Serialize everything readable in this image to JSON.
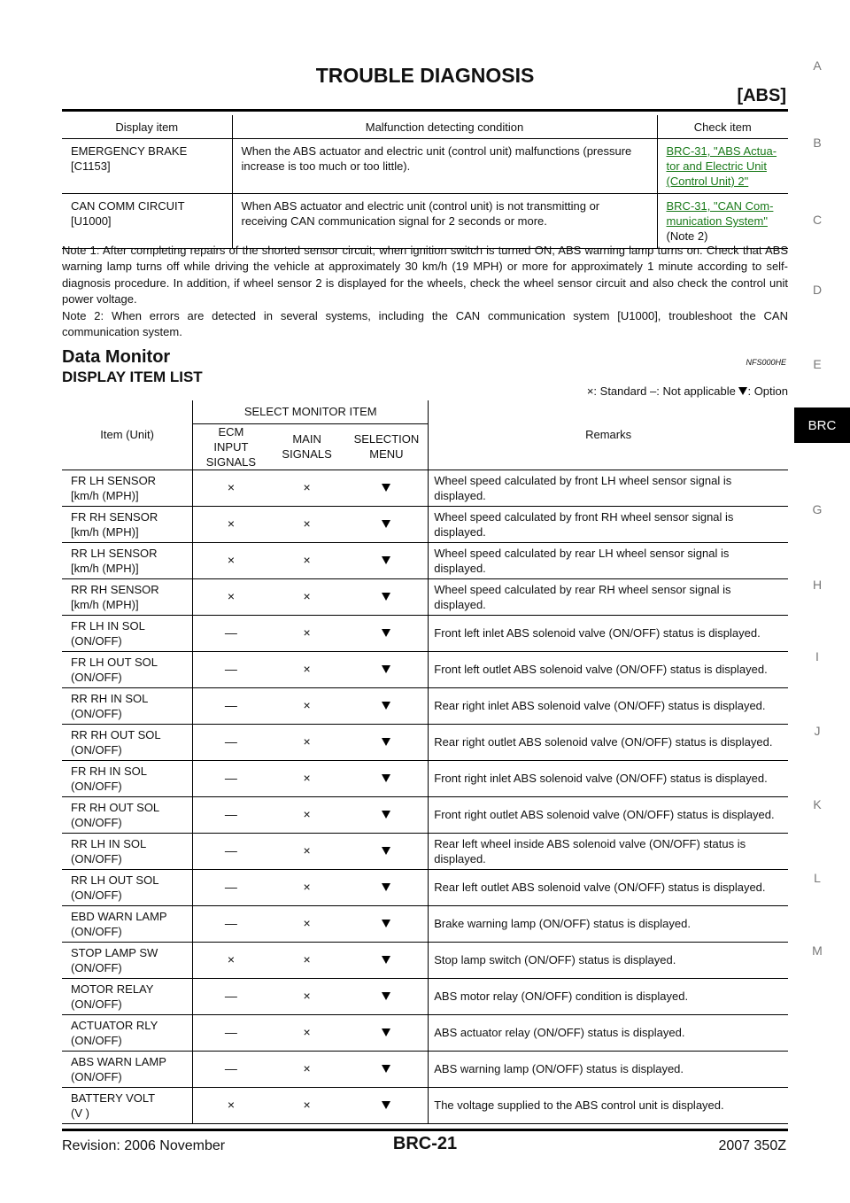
{
  "header": {
    "title": "TROUBLE DIAGNOSIS",
    "subtitle": "[ABS]"
  },
  "side_index": [
    "A",
    "B",
    "C",
    "D",
    "E",
    "BRC",
    "G",
    "H",
    "I",
    "J",
    "K",
    "L",
    "M"
  ],
  "table1": {
    "headers": [
      "Display item",
      "Malfunction detecting condition",
      "Check item"
    ],
    "rows": [
      {
        "item": [
          "EMERGENCY BRAKE",
          "[C1153]"
        ],
        "condition": "When the ABS actuator and electric unit (control unit) malfunctions (pressure increase is too much or too little).",
        "check_lines": [
          "BRC-31, \"ABS Actua-",
          "tor and Electric Unit ",
          "(Control Unit) 2\""
        ],
        "check_note": ""
      },
      {
        "item": [
          "CAN COMM CIRCUIT",
          "[U1000]"
        ],
        "condition": "When ABS actuator and electric unit (control unit) is not transmitting or receiving CAN communication signal for 2 seconds or more.",
        "check_lines": [
          "BRC-31, \"CAN Com-",
          "munication System\""
        ],
        "check_note": "(Note 2)"
      }
    ]
  },
  "notes": {
    "note1": "Note 1: After completing repairs of the shorted sensor circuit, when ignition switch is turned ON, ABS warning lamp turns on. Check that ABS warning lamp turns off while driving the vehicle at approximately 30 km/h (19 MPH) or more for approximately 1 minute according to self-diagnosis procedure. In addition, if wheel sensor 2 is displayed for the wheels, check the wheel sensor circuit and also check the control unit power voltage.",
    "note2": "Note 2: When errors are detected in several systems, including the CAN communication system [U1000], troubleshoot the CAN communication system."
  },
  "section": {
    "title": "Data Monitor",
    "code": "NFS000HE",
    "subtitle": "DISPLAY ITEM LIST"
  },
  "legend": {
    "text_pre": "×: Standard –: Not applicable ",
    "text_post": ": Option"
  },
  "table2": {
    "head_item": "Item (Unit)",
    "head_select": "SELECT MONITOR ITEM",
    "head_remarks": "Remarks",
    "head_ecm": [
      "ECM INPUT",
      "SIGNALS"
    ],
    "head_main": "MAIN SIGNALS",
    "head_sel": [
      "SELECTION",
      "MENU"
    ],
    "rows": [
      {
        "item": [
          "FR LH SENSOR",
          "[km/h (MPH)]"
        ],
        "ecm": "×",
        "main": "×",
        "remarks": "Wheel speed calculated by front LH wheel sensor signal is displayed."
      },
      {
        "item": [
          "FR RH SENSOR",
          "[km/h (MPH)]"
        ],
        "ecm": "×",
        "main": "×",
        "remarks": "Wheel speed calculated by front RH wheel sensor signal is displayed."
      },
      {
        "item": [
          "RR LH SENSOR",
          "[km/h (MPH)]"
        ],
        "ecm": "×",
        "main": "×",
        "remarks": "Wheel speed calculated by rear LH wheel sensor signal is displayed."
      },
      {
        "item": [
          "RR RH SENSOR",
          "[km/h (MPH)]"
        ],
        "ecm": "×",
        "main": "×",
        "remarks": "Wheel speed calculated by rear RH wheel sensor signal is displayed."
      },
      {
        "item": [
          "FR LH IN SOL",
          "(ON/OFF)"
        ],
        "ecm": "—",
        "main": "×",
        "remarks": "Front left inlet ABS solenoid valve (ON/OFF) status is displayed."
      },
      {
        "item": [
          "FR LH OUT SOL",
          "(ON/OFF)"
        ],
        "ecm": "—",
        "main": "×",
        "remarks": "Front left outlet ABS solenoid valve (ON/OFF) status is displayed."
      },
      {
        "item": [
          "RR RH IN SOL",
          "(ON/OFF)"
        ],
        "ecm": "—",
        "main": "×",
        "remarks": "Rear right inlet ABS solenoid valve (ON/OFF) status is displayed."
      },
      {
        "item": [
          "RR RH OUT SOL",
          "(ON/OFF)"
        ],
        "ecm": "—",
        "main": "×",
        "remarks": "Rear right outlet ABS solenoid valve (ON/OFF) status is displayed."
      },
      {
        "item": [
          "FR RH IN SOL",
          "(ON/OFF)"
        ],
        "ecm": "—",
        "main": "×",
        "remarks": "Front right inlet ABS solenoid valve (ON/OFF) status is displayed."
      },
      {
        "item": [
          "FR RH OUT SOL",
          "(ON/OFF)"
        ],
        "ecm": "—",
        "main": "×",
        "remarks": "Front right outlet ABS solenoid valve (ON/OFF) status is displayed."
      },
      {
        "item": [
          "RR LH IN SOL",
          "(ON/OFF)"
        ],
        "ecm": "—",
        "main": "×",
        "remarks": "Rear left wheel inside ABS solenoid valve (ON/OFF) status is displayed."
      },
      {
        "item": [
          "RR LH OUT SOL",
          "(ON/OFF)"
        ],
        "ecm": "—",
        "main": "×",
        "remarks": "Rear left outlet ABS solenoid valve (ON/OFF) status is displayed."
      },
      {
        "item": [
          "EBD WARN LAMP",
          "(ON/OFF)"
        ],
        "ecm": "—",
        "main": "×",
        "remarks": "Brake warning lamp (ON/OFF) status is displayed."
      },
      {
        "item": [
          "STOP LAMP SW",
          "(ON/OFF)"
        ],
        "ecm": "×",
        "main": "×",
        "remarks": "Stop lamp switch (ON/OFF) status is displayed."
      },
      {
        "item": [
          "MOTOR RELAY",
          "(ON/OFF)"
        ],
        "ecm": "—",
        "main": "×",
        "remarks": "ABS motor relay (ON/OFF) condition is displayed."
      },
      {
        "item": [
          "ACTUATOR RLY",
          "(ON/OFF)"
        ],
        "ecm": "—",
        "main": "×",
        "remarks": "ABS actuator relay (ON/OFF) status is displayed."
      },
      {
        "item": [
          "ABS WARN LAMP",
          "(ON/OFF)"
        ],
        "ecm": "—",
        "main": "×",
        "remarks": "ABS warning lamp (ON/OFF) status is displayed."
      },
      {
        "item": [
          "BATTERY VOLT",
          "(V )"
        ],
        "ecm": "×",
        "main": "×",
        "remarks": "The voltage supplied to the ABS control unit is displayed."
      }
    ]
  },
  "footer": {
    "revision": "Revision: 2006 November",
    "page": "BRC-21",
    "model": "2007 350Z"
  }
}
